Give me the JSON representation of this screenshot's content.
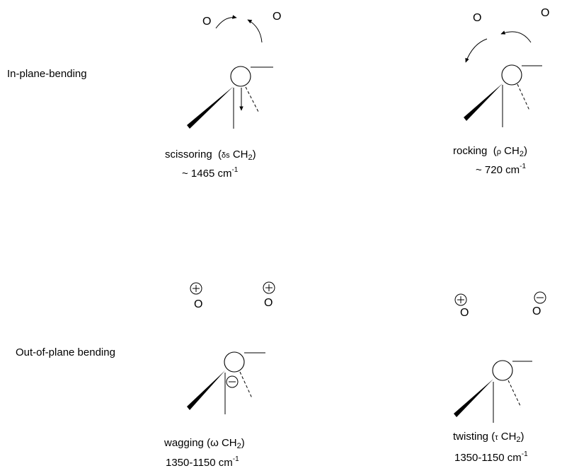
{
  "rows": {
    "in_plane": "In-plane-bending",
    "out_of_plane": "Out-of-plane bending"
  },
  "atom_symbol": "O",
  "modes": {
    "scissoring": {
      "name": "scissoring",
      "open": "(",
      "symbol": "δs",
      "group": "CH",
      "sub": "2",
      "close": ")",
      "freq_prefix": "~ 1465 cm",
      "freq_exp": "-1"
    },
    "rocking": {
      "name": "rocking",
      "open": "(",
      "symbol": "ρ",
      "group": "CH",
      "sub": "2",
      "close": ")",
      "freq_prefix": "~ 720 cm",
      "freq_exp": "-1"
    },
    "wagging": {
      "name": "wagging",
      "open": "(",
      "symbol": "ω",
      "group": "CH",
      "sub": "2",
      "close": ")",
      "freq_prefix": "1350-1150 cm",
      "freq_exp": "-1"
    },
    "twisting": {
      "name": "twisting",
      "open": "(",
      "symbol": "τ",
      "group": "CH",
      "sub": "2",
      "close": ")",
      "freq_prefix": "1350-1150 cm",
      "freq_exp": "-1"
    }
  },
  "charges": {
    "plus": "+",
    "minus": "−"
  },
  "colors": {
    "ink": "#000000",
    "background": "#ffffff"
  },
  "icons": [
    "curved-arrow-icon",
    "straight-arrow-icon",
    "plus-charge-icon",
    "minus-charge-icon",
    "wedge-bond-icon",
    "dashed-bond-icon"
  ]
}
